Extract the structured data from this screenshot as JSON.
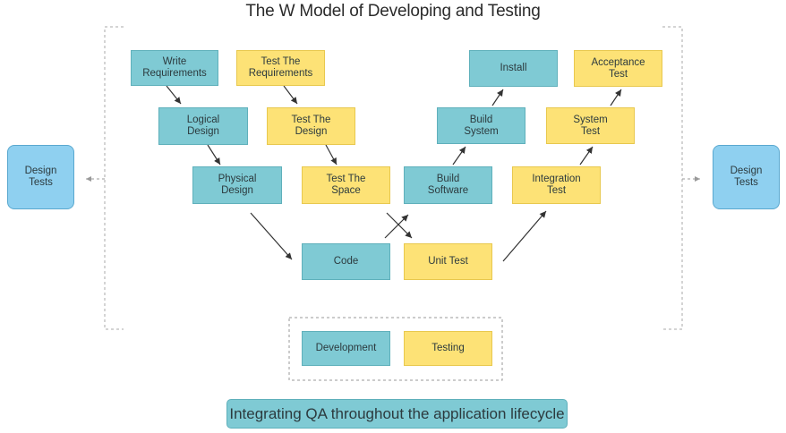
{
  "title": "The W Model of Developing and Testing",
  "left_tab": "Design\nTests",
  "right_tab": "Design\nTests",
  "boxes": {
    "write_requirements": "Write\nRequirements",
    "test_requirements": "Test The\nRequirements",
    "logical_design": "Logical\nDesign",
    "test_design": "Test The\nDesign",
    "physical_design": "Physical\nDesign",
    "test_space": "Test The\nSpace",
    "code": "Code",
    "unit_test": "Unit Test",
    "build_software": "Build\nSoftware",
    "integration_test": "Integration\nTest",
    "build_system": "Build\nSystem",
    "system_test": "System\nTest",
    "install": "Install",
    "acceptance_test": "Acceptance\nTest"
  },
  "legend": {
    "development": "Development",
    "testing": "Testing"
  },
  "footer": "Integrating QA throughout the application lifecycle",
  "colors": {
    "development": "#7fcad4",
    "testing": "#fde276",
    "side_tab": "#8fd0f0"
  }
}
